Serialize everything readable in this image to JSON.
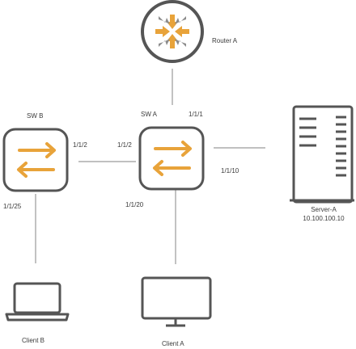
{
  "colors": {
    "accent": "#E8A33A",
    "device_stroke": "#555555",
    "link": "#9a9a9a",
    "text": "#333333"
  },
  "nodes": {
    "router_a": {
      "label": "Router A",
      "icon": "router-icon"
    },
    "sw_b": {
      "label": "SW B",
      "icon": "switch-icon"
    },
    "sw_a": {
      "label": "SW A",
      "icon": "switch-icon"
    },
    "server_a": {
      "label": "Server-A",
      "ip": "10.100.100.10",
      "icon": "server-icon"
    },
    "client_b": {
      "label": "Client B",
      "icon": "laptop-icon"
    },
    "client_a": {
      "label": "Client A",
      "icon": "monitor-icon"
    }
  },
  "ports": {
    "sw_a_uplink": "1/1/1",
    "sw_b_to_sw_a": "1/1/2",
    "sw_a_to_sw_b": "1/1/2",
    "sw_a_to_server": "1/1/10",
    "sw_a_to_client_a": "1/1/20",
    "sw_b_to_client_b": "1/1/25"
  }
}
